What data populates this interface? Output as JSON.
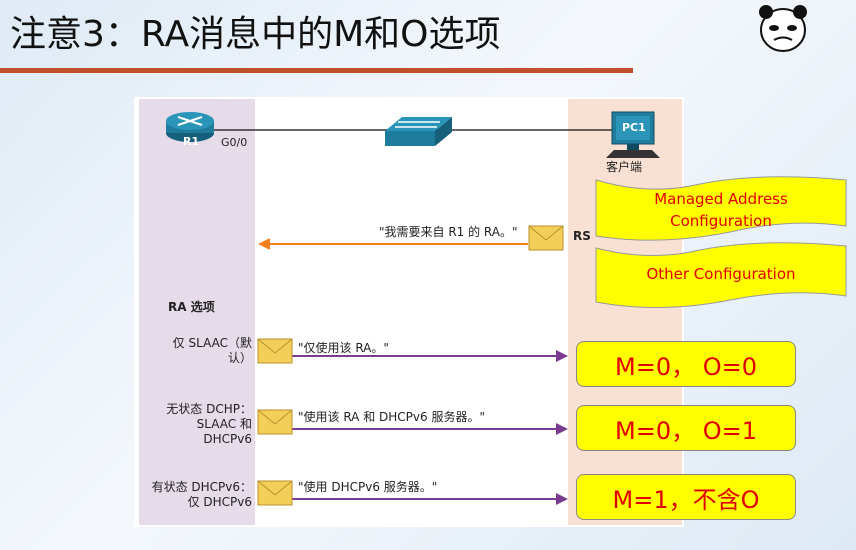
{
  "title": "注意3：RA消息中的M和O选项",
  "topology": {
    "router_label": "R1",
    "router_port": "G0/0",
    "pc_label": "PC1",
    "pc_caption": "客户端"
  },
  "rs_message": {
    "text": "\"我需要来自 R1 的 RA。\"",
    "tag": "RS"
  },
  "ra_options_heading": "RA 选项",
  "rows": [
    {
      "option_line1": "仅 SLAAC（默",
      "option_line2": "认）",
      "option_line3": "",
      "message": "\"仅使用该 RA。\"",
      "result": "M=0， O=0"
    },
    {
      "option_line1": "无状态 DCHP：",
      "option_line2": "SLAAC 和",
      "option_line3": "DHCPv6",
      "message": "\"使用该 RA 和 DHCPv6 服务器。\"",
      "result": "M=0， O=1"
    },
    {
      "option_line1": "有状态 DHCPv6：",
      "option_line2": "仅 DHCPv6",
      "option_line3": "",
      "message": "\"使用 DHCPv6 服务器。\"",
      "result": "M=1，不含O"
    }
  ],
  "flags": {
    "managed_line1": "Managed Address",
    "managed_line2": "Configuration",
    "other": "Other Configuration"
  },
  "colors": {
    "title_rule": "#c0502a",
    "rs_arrow": "#f08020",
    "ra_arrow": "#7a3a90",
    "highlight": "#ffff00",
    "highlight_text": "#e00000",
    "router": "#1f7c9c",
    "switch": "#1f7c9c"
  },
  "icons": [
    "router-icon",
    "switch-icon",
    "pc-icon",
    "envelope-icon",
    "mascot-icon"
  ]
}
